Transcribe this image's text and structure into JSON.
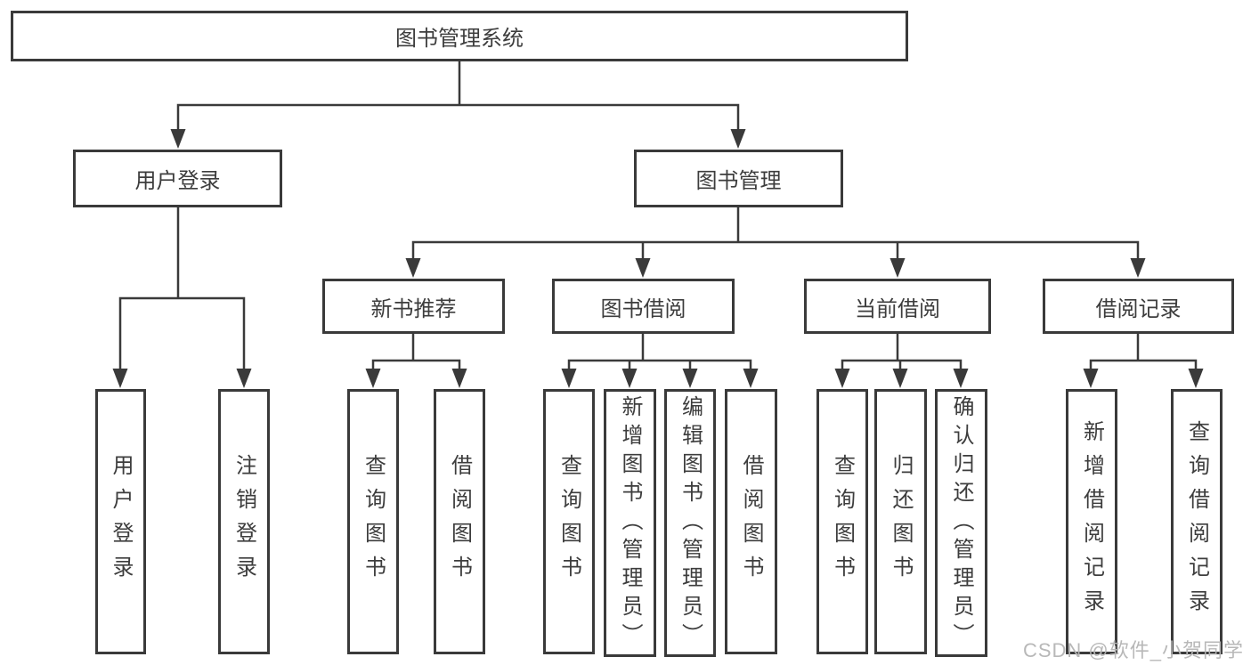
{
  "tree": {
    "root": "图书管理系统",
    "branches": [
      {
        "label": "用户登录",
        "children": [
          {
            "label": "用户登录"
          },
          {
            "label": "注销登录"
          }
        ]
      },
      {
        "label": "图书管理",
        "children": [
          {
            "label": "新书推荐",
            "children": [
              {
                "label": "查询图书"
              },
              {
                "label": "借阅图书"
              }
            ]
          },
          {
            "label": "图书借阅",
            "children": [
              {
                "label": "查询图书"
              },
              {
                "label": "新增图书（管理员）"
              },
              {
                "label": "编辑图书（管理员）"
              },
              {
                "label": "借阅图书"
              }
            ]
          },
          {
            "label": "当前借阅",
            "children": [
              {
                "label": "查询图书"
              },
              {
                "label": "归还图书"
              },
              {
                "label": "确认归还（管理员）"
              }
            ]
          },
          {
            "label": "借阅记录",
            "children": [
              {
                "label": "新增借阅记录"
              },
              {
                "label": "查询借阅记录"
              }
            ]
          }
        ]
      }
    ]
  },
  "watermark": "CSDN @软件_小贺同学",
  "colors": {
    "line": "#3a3a3a",
    "text": "#3d3d3d",
    "watermark_text": "#b5b5b5",
    "background": "#ffffff"
  }
}
